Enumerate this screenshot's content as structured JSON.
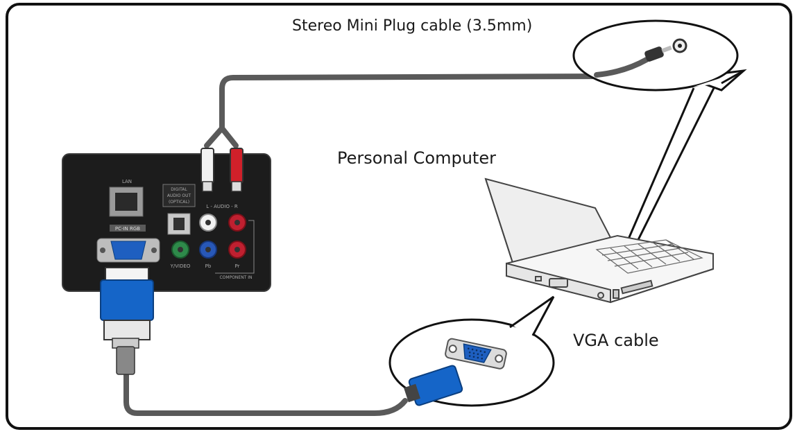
{
  "labels": {
    "stereo_cable": "Stereo Mini Plug cable (3.5mm)",
    "personal_computer": "Personal Computer",
    "vga_cable": "VGA cable"
  },
  "panel": {
    "lan": "LAN",
    "digital_audio_line1": "DIGITAL",
    "digital_audio_line2": "AUDIO OUT",
    "digital_audio_line3": "(OPTICAL)",
    "audio": "L - AUDIO - R",
    "pc_in": "PC-IN RGB",
    "y_video": "Y/VIDEO",
    "pb": "Pb",
    "pr": "Pr",
    "component": "COMPONENT IN"
  },
  "colors": {
    "cable": "#5a5a5a",
    "panel": "#1c1c1c",
    "vga_blue": "#1565c8",
    "rca_red": "#d0202a",
    "rca_white": "#f2f2f2",
    "jack_green": "#2e8a4a",
    "jack_blue": "#2858b8",
    "jack_red": "#c02030"
  }
}
